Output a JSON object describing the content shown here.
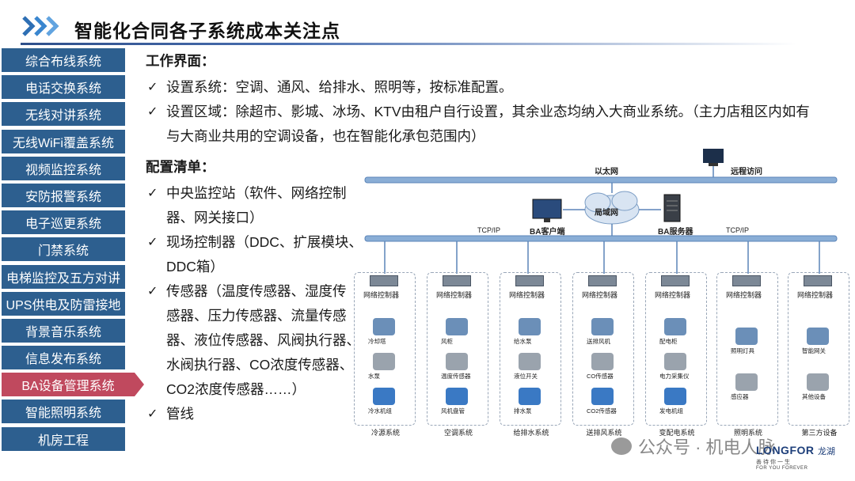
{
  "header": {
    "title": "智能化合同各子系统成本关注点",
    "accent_color": "#2e4f8a"
  },
  "sidebar": {
    "items": [
      {
        "label": "综合布线系统"
      },
      {
        "label": "电话交换系统"
      },
      {
        "label": "无线对讲系统"
      },
      {
        "label": "无线WiFi覆盖系统"
      },
      {
        "label": "视频监控系统"
      },
      {
        "label": "安防报警系统"
      },
      {
        "label": "电子巡更系统"
      },
      {
        "label": "门禁系统"
      },
      {
        "label": "电梯监控及五方对讲"
      },
      {
        "label": "UPS供电及防雷接地"
      },
      {
        "label": "背景音乐系统"
      },
      {
        "label": "信息发布系统"
      },
      {
        "label": "BA设备管理系统"
      },
      {
        "label": "智能照明系统"
      },
      {
        "label": "机房工程"
      }
    ],
    "active_index": 12,
    "item_color": "#2d5f8f",
    "active_color": "#c0495e"
  },
  "content": {
    "work_title": "工作界面：",
    "work_items": [
      "设置系统：空调、通风、给排水、照明等，按标准配置。",
      "设置区域：除超市、影城、冰场、KTV由租户自行设置，其余业态均纳入大商业系统。（主力店租区内如有",
      "与大商业共用的空调设备，也在智能化承包范围内）"
    ],
    "config_title": "配置清单：",
    "config_items": [
      [
        "中央监控站（软件、网络控制",
        "器、网关接口）"
      ],
      [
        "现场控制器（DDC、扩展模块、",
        "DDC箱）"
      ],
      [
        "传感器（温度传感器、湿度传",
        "感器、压力传感器、流量传感",
        "器、液位传感器、风阀执行器、",
        "水阀执行器、CO浓度传感器、",
        "CO2浓度传感器……）"
      ],
      [
        "管线"
      ]
    ],
    "check_glyph": "✓"
  },
  "diagram": {
    "ethernet": "以太网",
    "remote": "远程访问",
    "lan": "局域网",
    "ba_client": "BA客户端",
    "ba_server": "BA服务器",
    "tcpip_left": "TCP/IP",
    "tcpip_right": "TCP/IP",
    "controller": "网络控制器",
    "systems": [
      {
        "name": "冷源系统",
        "devices": [
          "冷却塔",
          "水泵",
          "冷水机组"
        ]
      },
      {
        "name": "空调系统",
        "devices": [
          "风柜",
          "温度传感器",
          "风机盘管"
        ]
      },
      {
        "name": "给排水系统",
        "devices": [
          "给水泵",
          "液位开关",
          "排水泵"
        ]
      },
      {
        "name": "送排风系统",
        "devices": [
          "送排风机",
          "CO传感器",
          "CO2传感器"
        ]
      },
      {
        "name": "变配电系统",
        "devices": [
          "配电柜",
          "电力采集仪",
          "发电机组"
        ]
      },
      {
        "name": "照明系统",
        "devices": [
          "照明灯具",
          "感应器"
        ]
      },
      {
        "name": "第三方设备",
        "devices": [
          "智能网关",
          "其他设备"
        ]
      }
    ]
  },
  "watermark": {
    "text": "公众号 · 机电人脉"
  },
  "logo": {
    "main": "LONGFOR",
    "cn": "龙湖",
    "sub1": "善待你一生",
    "sub2": "FOR YOU FOREVER"
  }
}
